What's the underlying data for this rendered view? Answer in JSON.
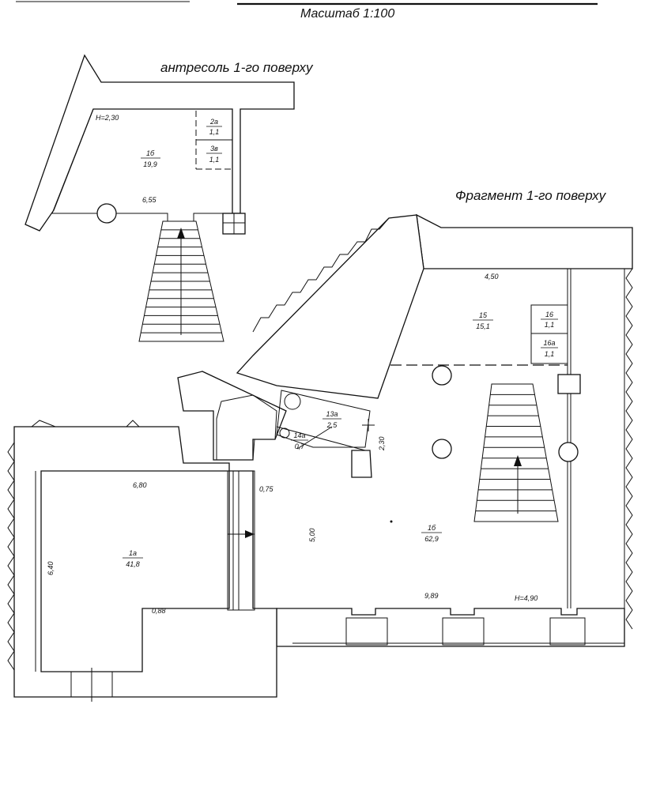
{
  "header": {
    "scale": "Масштаб 1:100"
  },
  "mezzanine": {
    "title": "антресоль 1-го поверху",
    "height": "Н=2,30",
    "dim_width": "6,55",
    "rooms": [
      {
        "id": "1б",
        "area": "19,9"
      },
      {
        "id": "2а",
        "area": "1,1"
      },
      {
        "id": "3в",
        "area": "1,1"
      }
    ]
  },
  "fragment": {
    "title": "Фрагмент 1-го поверху",
    "height": "Н=4,90",
    "rooms": [
      {
        "id": "15",
        "area": "15,1"
      },
      {
        "id": "16",
        "area": "1,1"
      },
      {
        "id": "16а",
        "area": "1,1"
      },
      {
        "id": "13а",
        "area": "2,5"
      },
      {
        "id": "14а",
        "area": "0,7"
      },
      {
        "id": "1б",
        "area": "62,9"
      },
      {
        "id": "1а",
        "area": "41,8"
      }
    ],
    "dims": {
      "room15_width": "4,50",
      "hall_width": "9,89",
      "hall_depth": "5,00",
      "corridor_h": "2,30",
      "room1a_width": "6,80",
      "room1a_depth": "6,40",
      "pier": "0,88",
      "step": "0,75"
    }
  }
}
